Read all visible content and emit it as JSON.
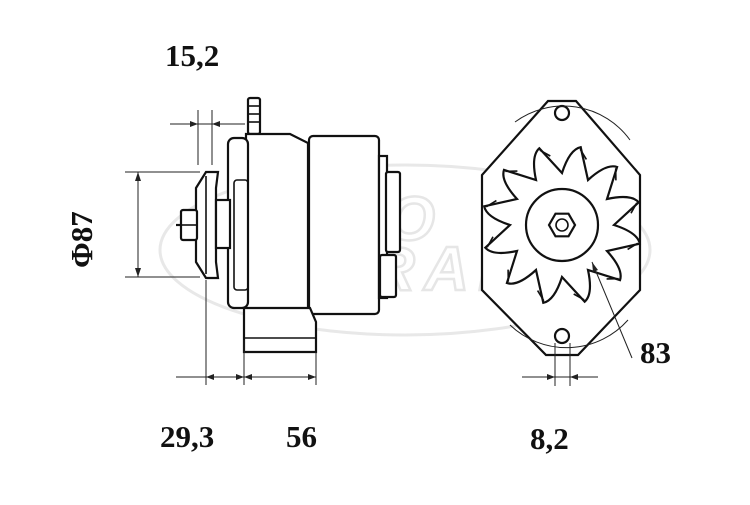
{
  "drawing": {
    "subject": "alternator",
    "watermark_text": [
      "AGRO",
      "RAM"
    ],
    "colors": {
      "line": "#111111",
      "watermark": "#e6e6e6",
      "background": "#ffffff"
    }
  },
  "dimensions": {
    "pulley_width": "15,2",
    "pulley_diameter": "Φ87",
    "mount_offset": "29,3",
    "mount_width": "56",
    "ear_width": "8,2",
    "ear_radius": "83"
  }
}
